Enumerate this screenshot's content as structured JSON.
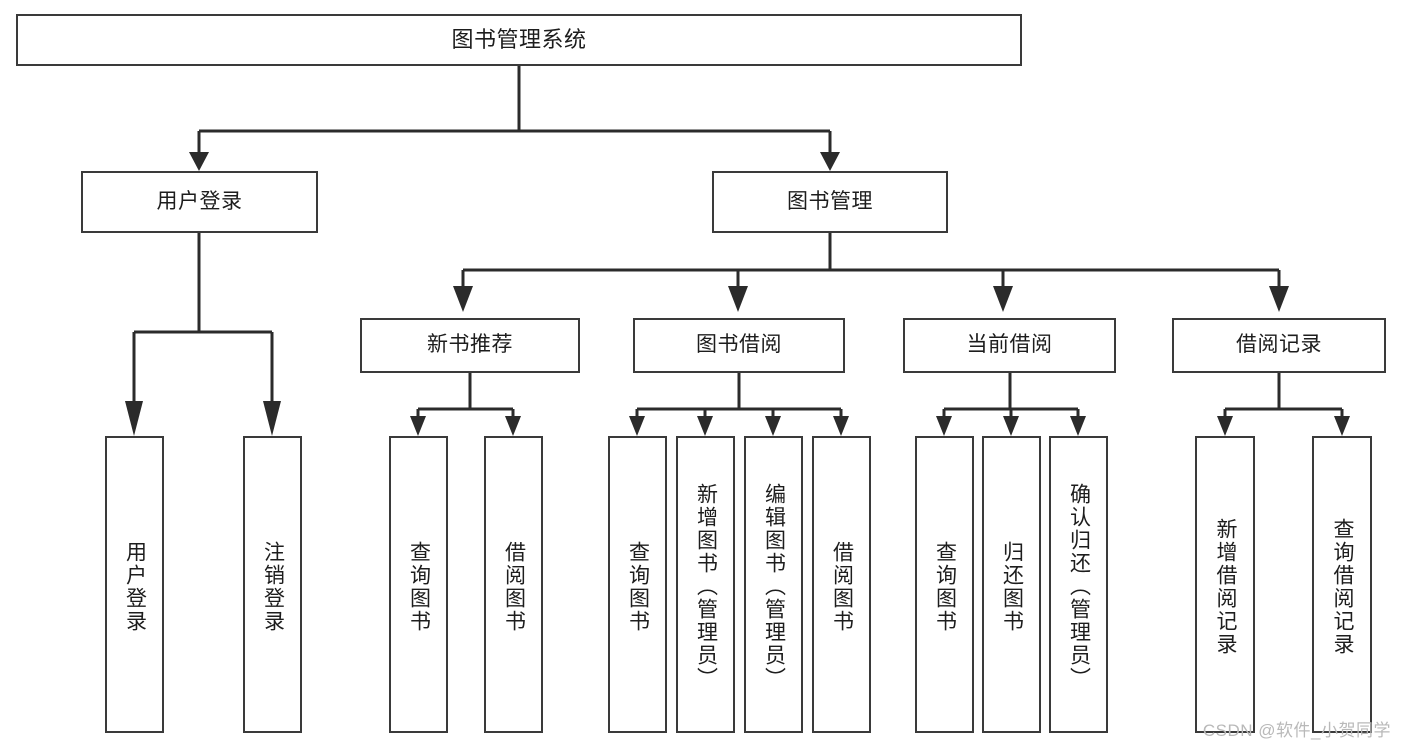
{
  "diagram": {
    "title": "图书管理系统",
    "type": "functional-structure-tree",
    "watermark": "CSDN @软件_小贺同学",
    "colors": {
      "background": "#ffffff",
      "box_border": "#3a3a3a",
      "connector": "#2b2b2b",
      "text": "#1d1d1d",
      "watermark": "#b9b9b9"
    }
  },
  "nodes": {
    "root": {
      "label": "图书管理系统"
    },
    "level2": [
      {
        "id": "user-login",
        "label": "用户登录"
      },
      {
        "id": "book-management",
        "label": "图书管理"
      }
    ],
    "level3": [
      {
        "id": "new-book-recommend",
        "label": "新书推荐"
      },
      {
        "id": "book-borrow",
        "label": "图书借阅"
      },
      {
        "id": "current-borrow",
        "label": "当前借阅"
      },
      {
        "id": "borrow-record",
        "label": "借阅记录"
      }
    ],
    "leaves": {
      "user_login": [
        {
          "id": "leaf-user-login",
          "label": "用户登录"
        },
        {
          "id": "leaf-logout-login",
          "label": "注销登录"
        }
      ],
      "new_book_recommend": [
        {
          "id": "leaf-query-book-1",
          "label": "查询图书"
        },
        {
          "id": "leaf-borrow-book-1",
          "label": "借阅图书"
        }
      ],
      "book_borrow": [
        {
          "id": "leaf-query-book-2",
          "label": "查询图书"
        },
        {
          "id": "leaf-add-book",
          "label": "新增图书（管理员）"
        },
        {
          "id": "leaf-edit-book",
          "label": "编辑图书（管理员）"
        },
        {
          "id": "leaf-borrow-book-2",
          "label": "借阅图书"
        }
      ],
      "current_borrow": [
        {
          "id": "leaf-query-book-3",
          "label": "查询图书"
        },
        {
          "id": "leaf-return-book",
          "label": "归还图书"
        },
        {
          "id": "leaf-confirm-return",
          "label": "确认归还（管理员）"
        }
      ],
      "borrow_record": [
        {
          "id": "leaf-add-record",
          "label": "新增借阅记录"
        },
        {
          "id": "leaf-query-record",
          "label": "查询借阅记录"
        }
      ]
    }
  }
}
